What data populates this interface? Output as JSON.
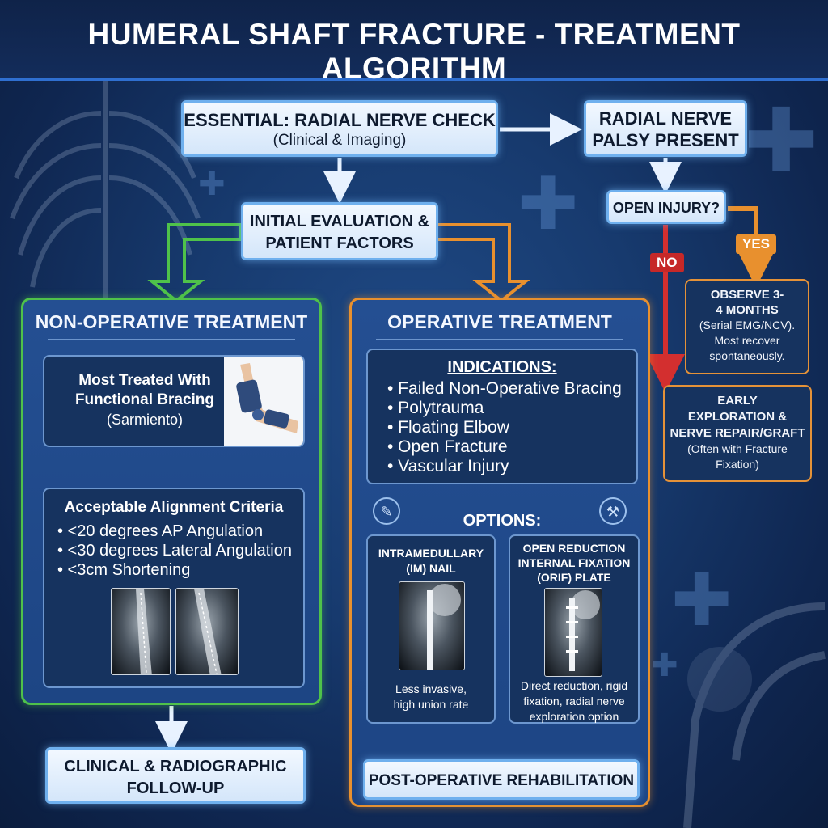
{
  "title": "HUMERAL SHAFT FRACTURE - TREATMENT ALGORITHM",
  "nerve_check": {
    "title": "ESSENTIAL: RADIAL NERVE CHECK",
    "subtitle": "(Clinical & Imaging)"
  },
  "palsy": {
    "line1": "RADIAL NERVE",
    "line2": "PALSY PRESENT"
  },
  "open_injury": {
    "question": "OPEN INJURY?",
    "no_label": "NO",
    "yes_label": "YES"
  },
  "observe": {
    "title_line1": "OBSERVE 3-",
    "title_line2": "4 MONTHS",
    "line1": "(Serial EMG/NCV).",
    "line2": "Most recover",
    "line3": "spontaneously."
  },
  "early": {
    "line1": "EARLY",
    "line2": "EXPLORATION &",
    "line3": "NERVE REPAIR/GRAFT",
    "line4": "(Often with Fracture",
    "line5": "Fixation)"
  },
  "initial": {
    "line1": "INITIAL EVALUATION &",
    "line2": "PATIENT FACTORS"
  },
  "nonop": {
    "heading": "NON-OPERATIVE TREATMENT",
    "bracing_line1": "Most Treated With",
    "bracing_line2": "Functional Bracing",
    "bracing_line3": "(Sarmiento)",
    "criteria_title": "Acceptable Alignment Criteria",
    "criteria": [
      "• <20 degrees AP Angulation",
      "• <30 degrees Lateral Angulation",
      "• <3cm Shortening"
    ],
    "followup_line1": "CLINICAL & RADIOGRAPHIC",
    "followup_line2": "FOLLOW-UP"
  },
  "op": {
    "heading": "OPERATIVE TREATMENT",
    "indications_title": "INDICATIONS:",
    "indications": [
      "• Failed Non-Operative Bracing",
      "• Polytrauma",
      "• Floating Elbow",
      "• Open Fracture",
      "• Vascular Injury"
    ],
    "options_label": "OPTIONS:",
    "im_line1": "INTRAMEDULLARY",
    "im_line2": "(IM) NAIL",
    "im_desc1": "Less invasive,",
    "im_desc2": "high union rate",
    "orif_line1": "OPEN REDUCTION",
    "orif_line2": "INTERNAL FIXATION",
    "orif_line3": "(ORIF) PLATE",
    "orif_desc1": "Direct reduction, rigid",
    "orif_desc2": "fixation, radial nerve",
    "orif_desc3": "exploration option",
    "rehab": "POST-OPERATIVE REHABILITATION"
  },
  "colors": {
    "green": "#4fc24a",
    "orange": "#e8902e",
    "red": "#d32f2f",
    "light_blue": "#cfe3fb"
  }
}
